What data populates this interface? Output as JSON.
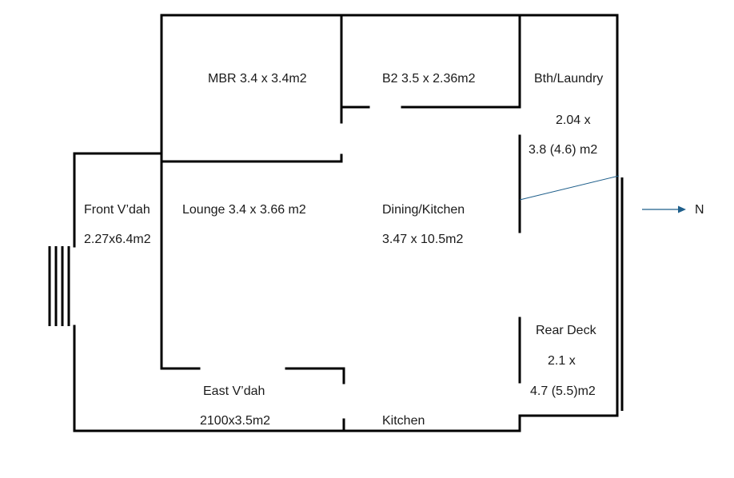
{
  "rooms": {
    "mbr": "MBR 3.4 x 3.4m2",
    "b2": "B2 3.5 x 2.36m2",
    "bth_name": "Bth/Laundry",
    "bth_dim1": "2.04 x",
    "bth_dim2": "3.8 (4.6) m2",
    "front_name": "Front  V’dah",
    "front_dim": "2.27x6.4m2",
    "lounge": "Lounge 3.4 x 3.66 m2",
    "dining_name": "Dining/Kitchen",
    "dining_dim": "3.47 x 10.5m2",
    "rear_name": "Rear Deck",
    "rear_dim1": "2.1 x",
    "rear_dim2": "4.7 (5.5)m2",
    "east_name": "East V’dah",
    "east_dim": "2100x3.5m2",
    "kitchen": "Kitchen"
  },
  "compass": {
    "label": "N",
    "color": "#1f5f8b"
  }
}
